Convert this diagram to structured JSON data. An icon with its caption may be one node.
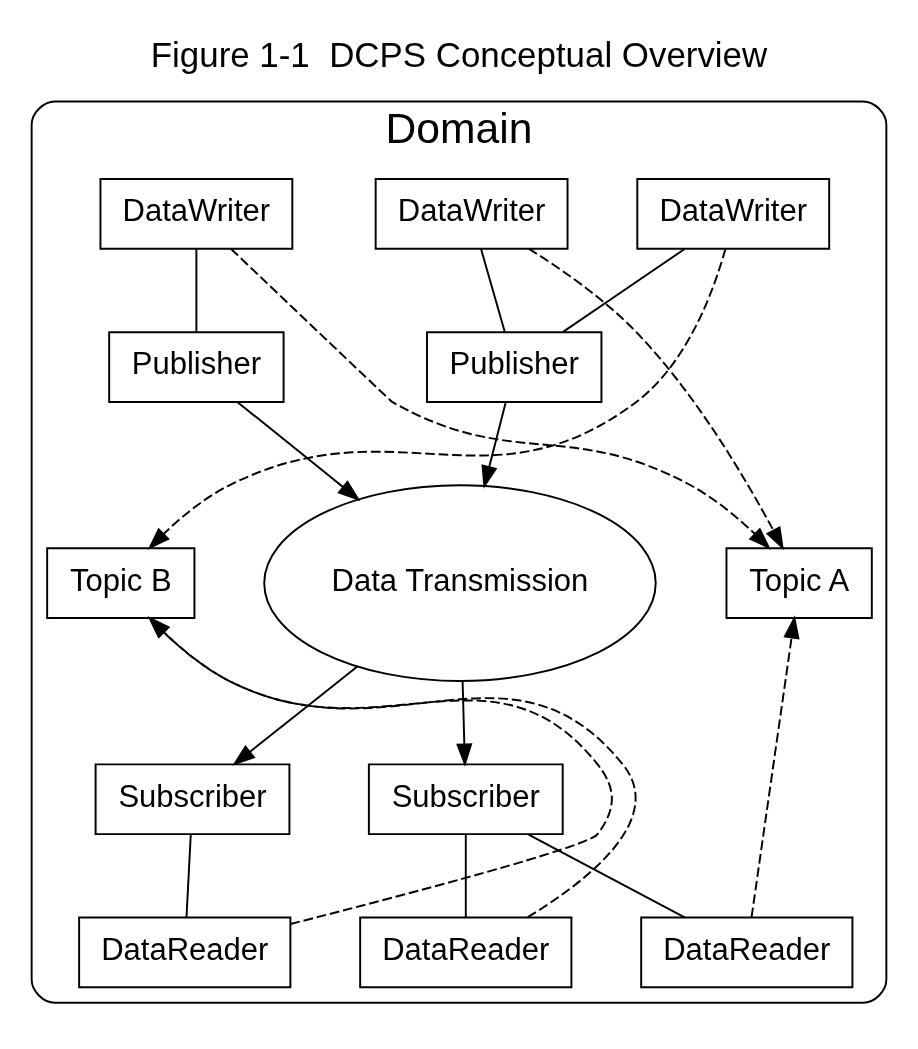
{
  "diagram": {
    "title": "Figure 1-1  DCPS Conceptual Overview",
    "nodes": [
      {
        "text": [
          "Domain"
        ]
      },
      {
        "text": [
          "DataWriter"
        ],
        "in": 0
      },
      {
        "text": [
          "DataWriter"
        ],
        "in": 0
      },
      {
        "text": [
          "DataWriter"
        ],
        "in": 0
      },
      {
        "text": [
          "Publisher"
        ],
        "in": 0
      },
      {
        "text": [
          "Publisher"
        ],
        "in": 0
      },
      {
        "text": [
          "Topic B"
        ],
        "in": 0
      },
      {
        "text": [
          "Data Transmission"
        ],
        "in": 0
      },
      {
        "text": [
          "Topic A"
        ],
        "in": 0
      },
      {
        "text": [
          "Subscriber"
        ],
        "in": 0
      },
      {
        "text": [
          "Subscriber"
        ],
        "in": 0
      },
      {
        "text": [
          "DataReader"
        ],
        "in": 0
      },
      {
        "text": [
          "DataReader"
        ],
        "in": 0
      },
      {
        "text": [
          "DataReader"
        ],
        "in": 0
      }
    ],
    "edges": [
      {
        "from": 1,
        "to": 4,
        "arrow": "none"
      },
      {
        "from": 2,
        "to": 4,
        "arrow": "none"
      },
      {
        "from": 3,
        "to": 5,
        "arrow": "none"
      },
      {
        "from": 4,
        "to": 7,
        "arrow": "to"
      },
      {
        "from": 5,
        "to": 7,
        "arrow": "to"
      },
      {
        "from": 1,
        "to": 6,
        "arrow": "to",
        "style": "dashed"
      },
      {
        "from": 2,
        "to": 8,
        "arrow": "to",
        "style": "dashed"
      },
      {
        "from": 3,
        "to": 8,
        "arrow": "to",
        "style": "dashed"
      },
      {
        "from": 7,
        "to": 9,
        "arrow": "to"
      },
      {
        "from": 7,
        "to": 10,
        "arrow": "to"
      },
      {
        "from": 9,
        "to": 11,
        "arrow": "none"
      },
      {
        "from": 10,
        "to": 12,
        "arrow": "none"
      },
      {
        "from": 10,
        "to": 13,
        "arrow": "none"
      },
      {
        "from": 11,
        "to": 6,
        "arrow": "to",
        "style": "dashed"
      },
      {
        "from": 12,
        "to": 6,
        "arrow": "to",
        "style": "dashed"
      },
      {
        "from": 13,
        "to": 8,
        "arrow": "to",
        "style": "dashed"
      }
    ]
  }
}
